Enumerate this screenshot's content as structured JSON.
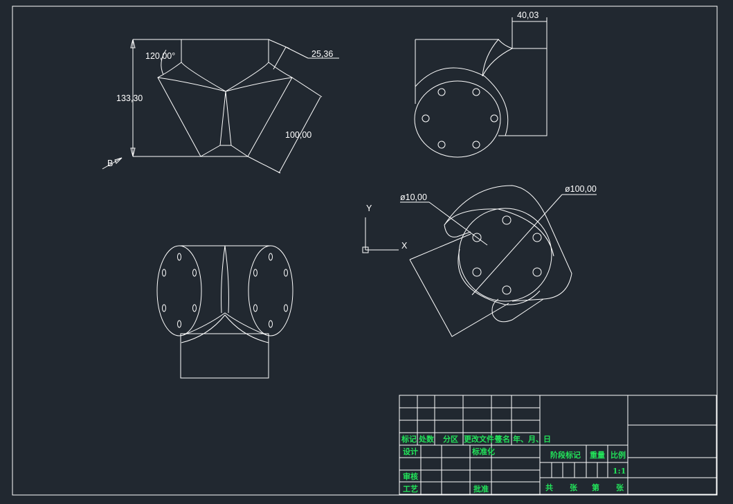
{
  "dimensions": {
    "angle": "120,00°",
    "height": "133,30",
    "thickness": "25,36",
    "length": "100,00",
    "width_top": "40,03",
    "hole_diameter": "ø10,00",
    "pipe_diameter": "ø100,00"
  },
  "ucs": {
    "x_label": "X",
    "y_label": "Y"
  },
  "title_block": {
    "header": [
      "标记",
      "处数",
      "分区",
      "更改文件号",
      "签名",
      "年、月、日"
    ],
    "design": "设计",
    "standardization": "标准化",
    "review": "审核",
    "process": "工艺",
    "approve": "批准",
    "stage_mark": "阶段标记",
    "weight": "重量",
    "scale_label": "比例",
    "scale_value": "1:1",
    "total": "共",
    "sheets1": "张",
    "no": "第",
    "sheets2": "张"
  }
}
